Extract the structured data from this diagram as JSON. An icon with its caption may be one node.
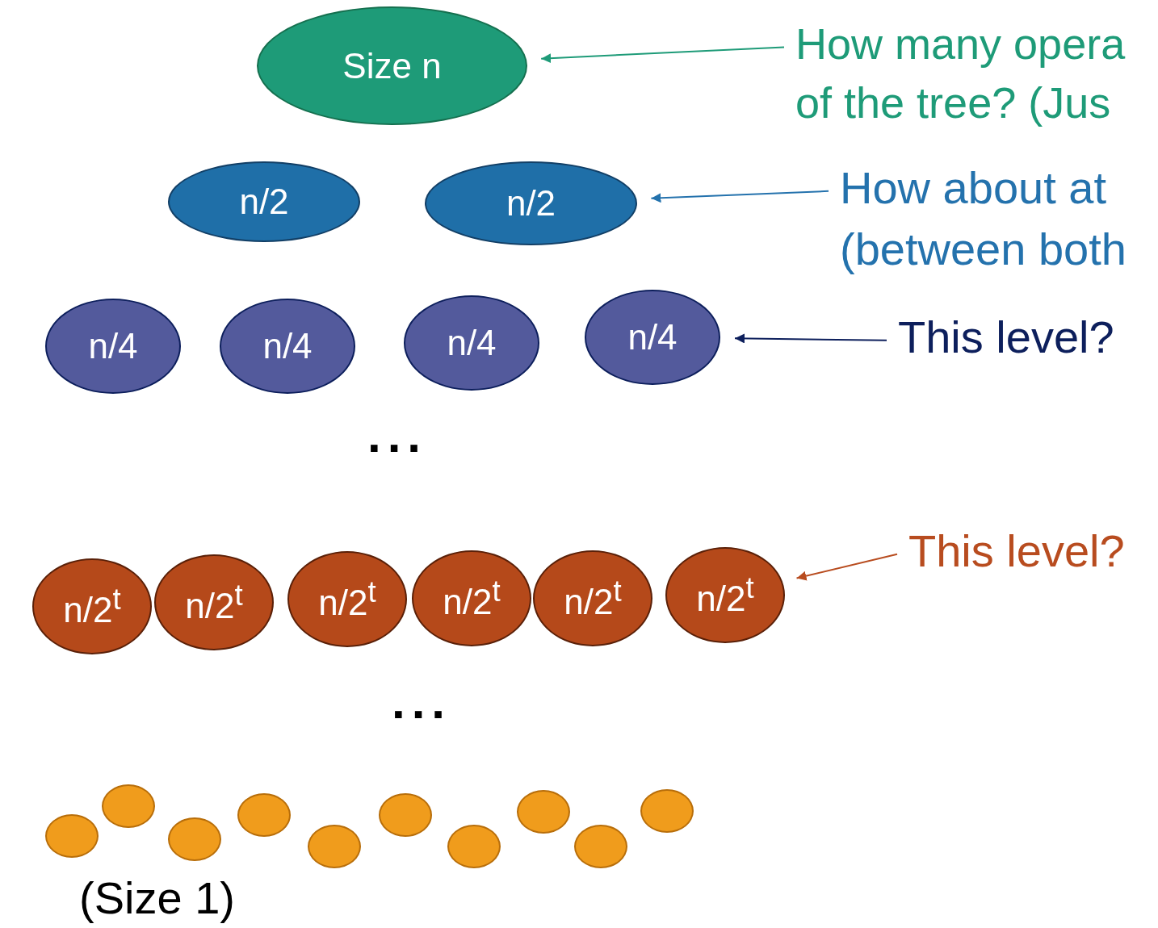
{
  "diagram": {
    "nodes": [
      {
        "text": [
          "Size n"
        ]
      },
      {
        "text": [
          "n/2"
        ]
      },
      {
        "text": [
          "n/2"
        ]
      },
      {
        "text": [
          "n/4"
        ]
      },
      {
        "text": [
          "n/4"
        ]
      },
      {
        "text": [
          "n/4"
        ]
      },
      {
        "text": [
          "n/4"
        ]
      },
      {
        "text": [
          "n/2$^{t}$"
        ]
      },
      {
        "text": [
          "n/2$^{t}$"
        ]
      },
      {
        "text": [
          "n/2$^{t}$"
        ]
      },
      {
        "text": [
          "n/2$^{t}$"
        ]
      },
      {
        "text": [
          "n/2$^{t}$"
        ]
      },
      {
        "text": [
          "n/2$^{t}$"
        ]
      },
      {
        "text": [],
        "shape": "circle"
      },
      {
        "text": [],
        "shape": "circle"
      },
      {
        "text": [],
        "shape": "circle"
      },
      {
        "text": [],
        "shape": "circle"
      },
      {
        "text": [],
        "shape": "circle"
      },
      {
        "text": [],
        "shape": "circle"
      },
      {
        "text": [],
        "shape": "circle"
      },
      {
        "text": [],
        "shape": "circle"
      },
      {
        "text": [],
        "shape": "circle"
      },
      {
        "text": [],
        "shape": "circle"
      },
      {
        "text": [
          "How many opera of the tree? (Jus"
        ]
      },
      {
        "text": [
          "How about at (between both"
        ]
      },
      {
        "text": [
          "This level?"
        ]
      },
      {
        "text": [
          "This level?"
        ]
      }
    ],
    "edges": [
      {
        "from": 23,
        "to": 0,
        "arrow": "to",
        "color": "#1e9b78"
      },
      {
        "from": 24,
        "to": 2,
        "arrow": "to",
        "color": "#2472ad"
      },
      {
        "from": 25,
        "to": 6,
        "arrow": "to",
        "color": "#0d1f5c"
      },
      {
        "from": 26,
        "to": 12,
        "arrow": "to",
        "color": "#b84c1f"
      }
    ],
    "labels": [
      "...",
      "...",
      "(Size 1)"
    ]
  }
}
